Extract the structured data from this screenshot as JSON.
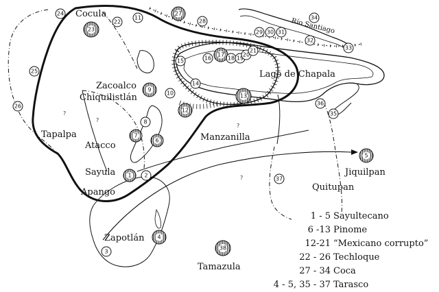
{
  "places": {
    "cocula": "Cocula",
    "zacoalco": "Zacoalco",
    "chiquilistlan": "Chiquilistlán",
    "tapalpa": "Tapalpa",
    "atacco": "Atacco",
    "sayula": "Sayula",
    "apango": "Apango",
    "zapotlan": "Zapotlán",
    "tamazula": "Tamazula",
    "manzanilla": "Manzanilla",
    "lago_chapala": "Lago de Chapala",
    "rio_santiago": "Río Santiago",
    "jiquilpan": "Jiquilpan",
    "quitupan": "Quitupan"
  },
  "markers": [
    "1",
    "2",
    "3",
    "4",
    "5",
    "6",
    "7",
    "8",
    "9",
    "10",
    "11",
    "12",
    "13",
    "14",
    "15",
    "16",
    "17",
    "18",
    "19",
    "20",
    "21",
    "22",
    "23",
    "24",
    "25",
    "26",
    "27",
    "28",
    "29",
    "30",
    "31",
    "32",
    "33",
    "34",
    "35",
    "36",
    "37",
    "38"
  ],
  "unknown_mark": "?",
  "legend": [
    {
      "range": "1 - 5",
      "label": "Sayultecano"
    },
    {
      "range": "6 -13",
      "label": "Pinome"
    },
    {
      "range": "12-21",
      "label": "“Mexicano corrupto”"
    },
    {
      "range": "22 - 26",
      "label": "Techloque"
    },
    {
      "range": "27 - 34",
      "label": "Coca"
    },
    {
      "range": "4 - 5, 35 - 37",
      "label": "Tarasco"
    }
  ],
  "colors": {
    "ink": "#111111",
    "background": "#ffffff"
  }
}
